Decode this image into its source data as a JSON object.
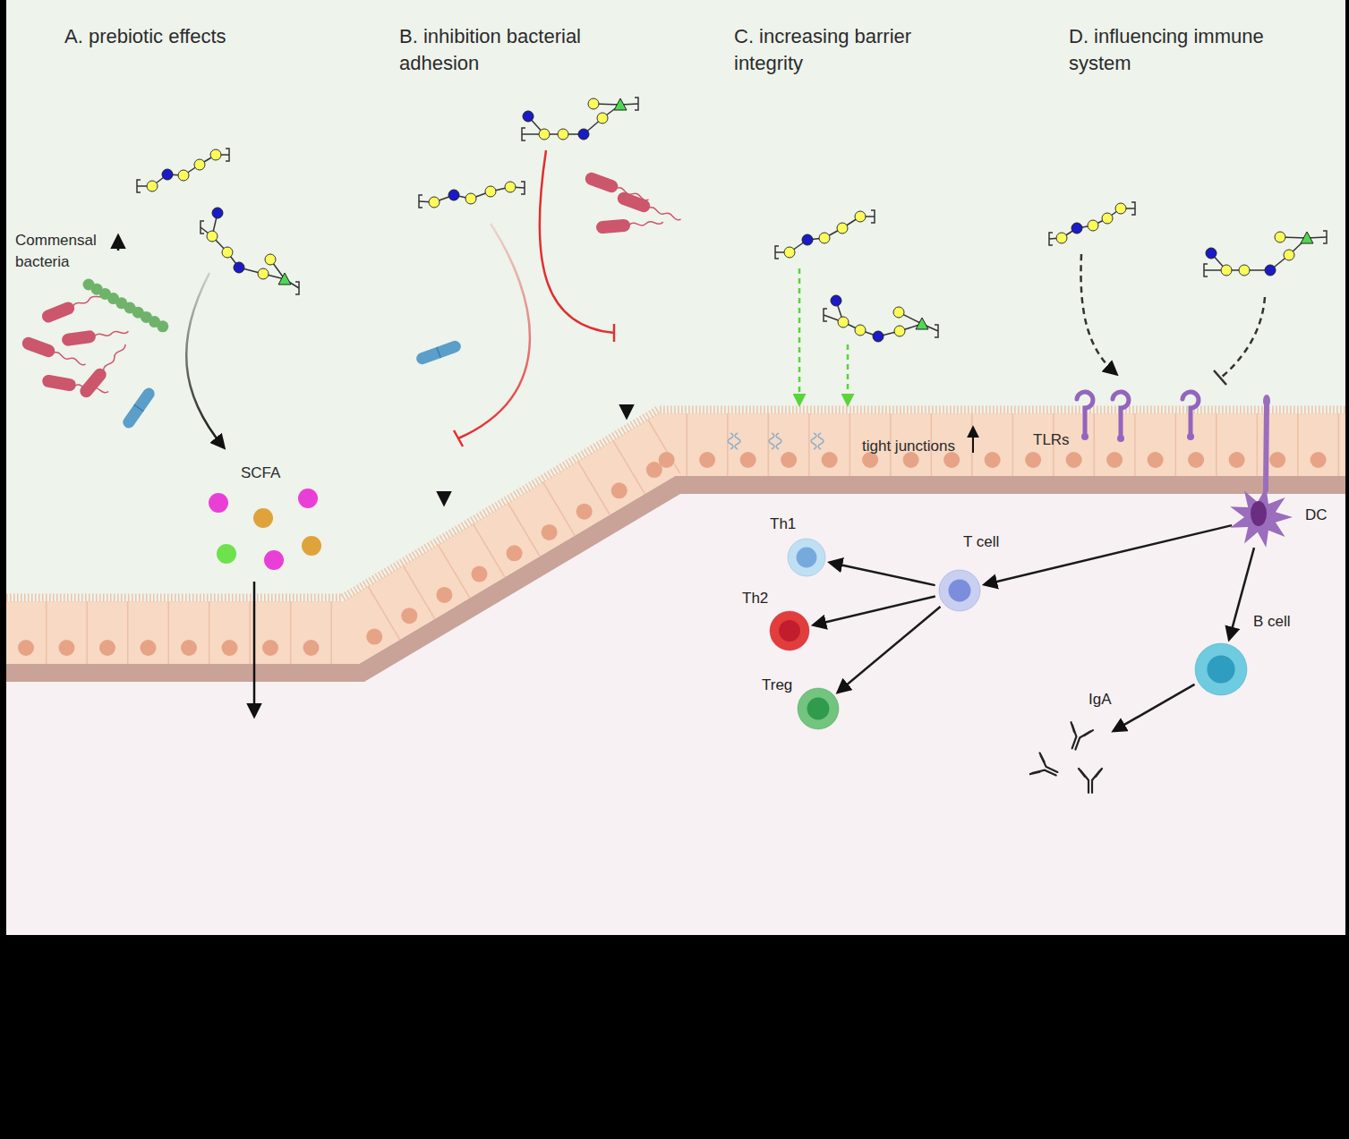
{
  "diagram": {
    "nodes": [
      {
        "text": [
          "Th1"
        ]
      },
      {
        "text": [
          "T cell"
        ]
      },
      {
        "text": [
          "DC"
        ]
      },
      {
        "text": [
          "Th2"
        ]
      },
      {
        "text": [
          "B cell"
        ]
      },
      {
        "text": [
          "Treg"
        ]
      },
      {
        "text": [
          "IgA"
        ]
      }
    ],
    "edges": [
      {
        "from": 2,
        "to": 1,
        "arrow": "to"
      },
      {
        "from": 1,
        "to": 0,
        "arrow": "to"
      },
      {
        "from": 1,
        "to": 3,
        "arrow": "to"
      },
      {
        "from": 1,
        "to": 5,
        "arrow": "to"
      },
      {
        "from": 2,
        "to": 4,
        "arrow": "to"
      },
      {
        "from": 4,
        "to": 6,
        "arrow": "to"
      }
    ],
    "labels": [
      "A. prebiotic effects",
      "B. inhibition bacterial adhesion",
      "C. increasing barrier integrity",
      "D. influencing immune system",
      "Commensal bacteria",
      "SCFA",
      "tight junctions",
      "TLRs"
    ]
  }
}
